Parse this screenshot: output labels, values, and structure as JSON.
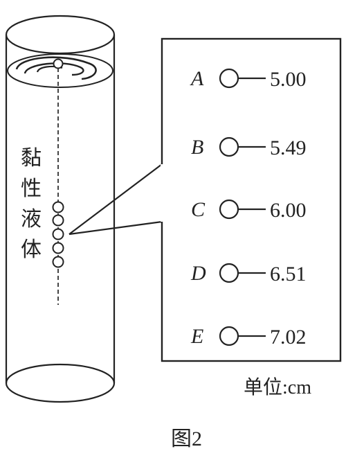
{
  "liquid_label": [
    "黏",
    "性",
    "液",
    "体"
  ],
  "positions": [
    {
      "letter": "A",
      "value": "5.00"
    },
    {
      "letter": "B",
      "value": "5.49"
    },
    {
      "letter": "C",
      "value": "6.00"
    },
    {
      "letter": "D",
      "value": "6.51"
    },
    {
      "letter": "E",
      "value": "7.02"
    }
  ],
  "unit": "单位:cm",
  "caption": "图2"
}
